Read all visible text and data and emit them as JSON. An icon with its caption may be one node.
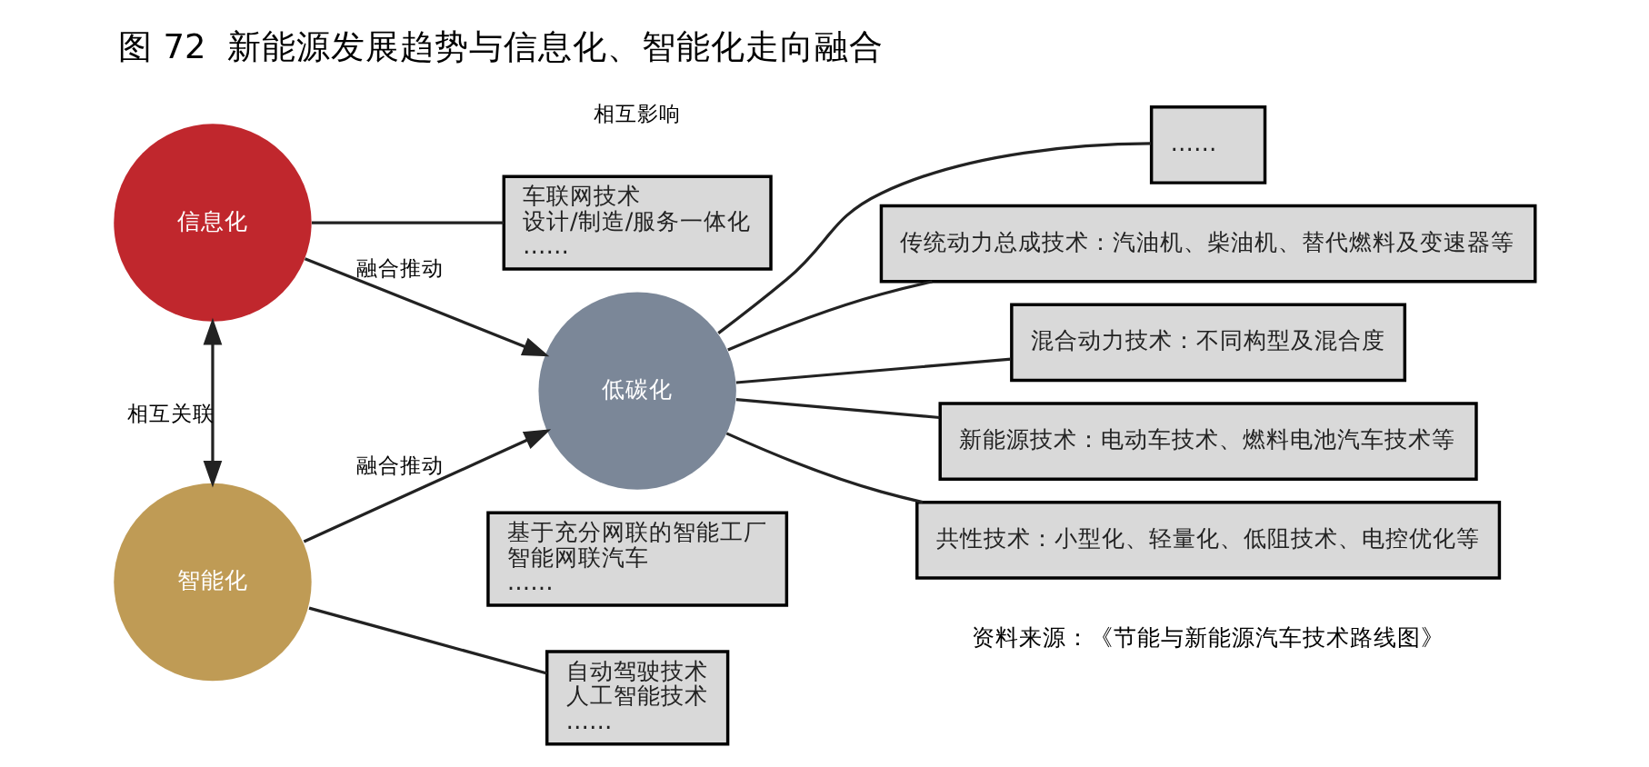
{
  "diagram": {
    "title": "图 72  新能源发展趋势与信息化、智能化走向融合",
    "caption": "资料来源：《节能与新能源汽车技术路线图》",
    "nodes": [
      {
        "text": [
          "低碳化"
        ]
      },
      {
        "text": [
          "信息化"
        ]
      },
      {
        "text": [
          "智能化"
        ]
      },
      {
        "text": [
          "传统动力总成技术：汽油机、柴油机、替代燃料及变速器等"
        ]
      },
      {
        "text": [
          "混合动力技术：不同构型及混合度"
        ]
      },
      {
        "text": [
          "新能源技术：电动车技术、燃料电池汽车技术等"
        ]
      },
      {
        "text": [
          "共性技术：小型化、轻量化、低阻技术、电控优化等"
        ]
      },
      {
        "text": [
          "……"
        ]
      },
      {
        "text": [
          "车联网技术",
          "设计/制造/服务一体化",
          "……"
        ]
      },
      {
        "text": [
          "自动驾驶技术",
          "人工智能技术",
          "……"
        ]
      },
      {
        "text": [
          "基于充分网联的智能工厂",
          "智能网联汽车",
          "……"
        ]
      }
    ],
    "edges": [
      {
        "from": 1,
        "to": 0,
        "arrow": "to",
        "label": "融合推动"
      },
      {
        "from": 2,
        "to": 0,
        "arrow": "to",
        "label": "融合推动"
      },
      {
        "from": 1,
        "to": 2,
        "arrow": "both",
        "label": "相互关联"
      },
      {
        "from": 0,
        "to": 3,
        "arrow": "none"
      },
      {
        "from": 0,
        "to": 4,
        "arrow": "none"
      },
      {
        "from": 0,
        "to": 5,
        "arrow": "none"
      },
      {
        "from": 0,
        "to": 6,
        "arrow": "none"
      },
      {
        "from": 0,
        "to": 7,
        "arrow": "none"
      },
      {
        "from": 1,
        "to": 8,
        "arrow": "none"
      },
      {
        "from": 2,
        "to": 9,
        "arrow": "none"
      }
    ],
    "labels": [
      "相互影响"
    ]
  }
}
